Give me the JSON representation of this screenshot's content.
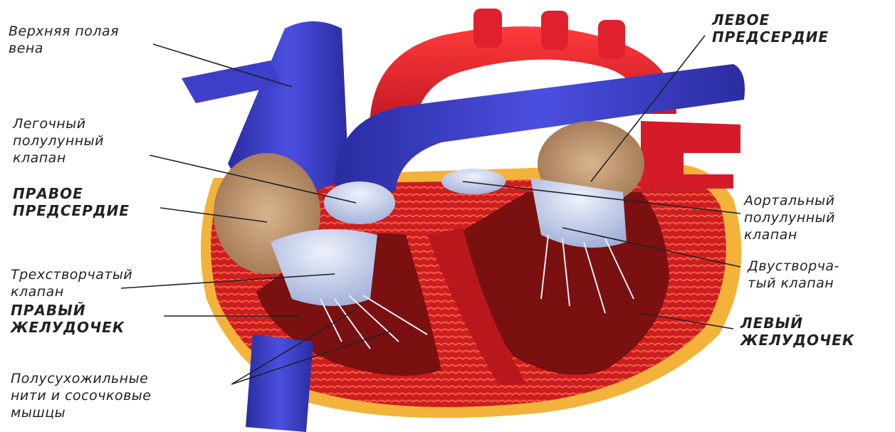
{
  "labels": {
    "superior_vena_cava": [
      "Верхняя полая",
      "вена"
    ],
    "pulmonary_valve": [
      "Легочный",
      "полулунный",
      "клапан"
    ],
    "right_atrium": [
      "ПРАВОЕ",
      "ПРЕДСЕРДИЕ"
    ],
    "tricuspid_valve": [
      "Трехстворчатый",
      "клапан"
    ],
    "right_ventricle": [
      "ПРАВЫЙ",
      "ЖЕЛУДОЧЕК"
    ],
    "chordae": [
      "Полусухожильные",
      "нити и сосочковые",
      "мышцы"
    ],
    "left_atrium": [
      "ЛЕВОЕ",
      "ПРЕДСЕРДИЕ"
    ],
    "aortic_valve": [
      "Аортальный",
      "полулунный",
      "клапан"
    ],
    "mitral_valve": [
      "Двустворча-",
      "тый клапан"
    ],
    "left_ventricle": [
      "ЛЕВЫЙ",
      "ЖЕЛУДОЧЕК"
    ]
  },
  "colors": {
    "vein_blue": "#3d3fc9",
    "artery_red": "#d9182a",
    "muscle_red": "#c91f1f",
    "chamber_dark": "#7a1010",
    "fat_yellow": "#f3b23a",
    "valve_light": "#c9d4ef",
    "atrium_tan": "#c9a27a"
  }
}
